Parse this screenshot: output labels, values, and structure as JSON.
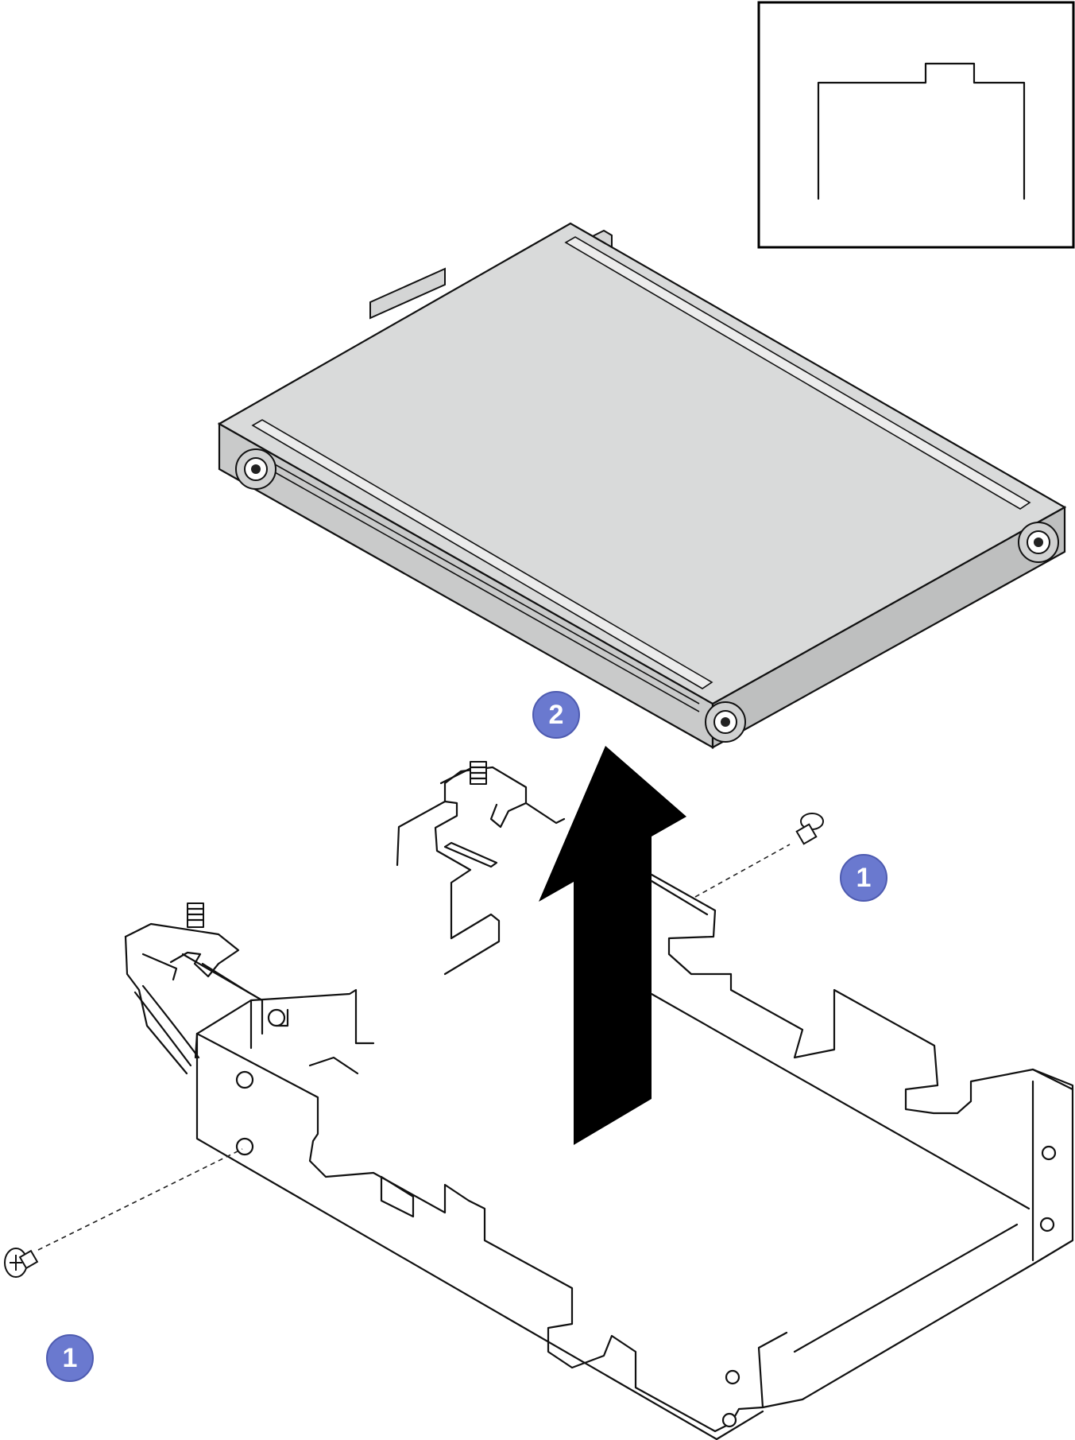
{
  "callouts": [
    {
      "id": "1",
      "label": "1"
    },
    {
      "id": "2",
      "label": "2"
    },
    {
      "id": "3",
      "label": "1"
    }
  ],
  "colors": {
    "callout_fill": "#6a79cf",
    "callout_stroke": "#4e5bb0",
    "drive_top": "#d9dada",
    "drive_side": "#c9caca",
    "arrow": "#000000",
    "line": "#111111"
  }
}
